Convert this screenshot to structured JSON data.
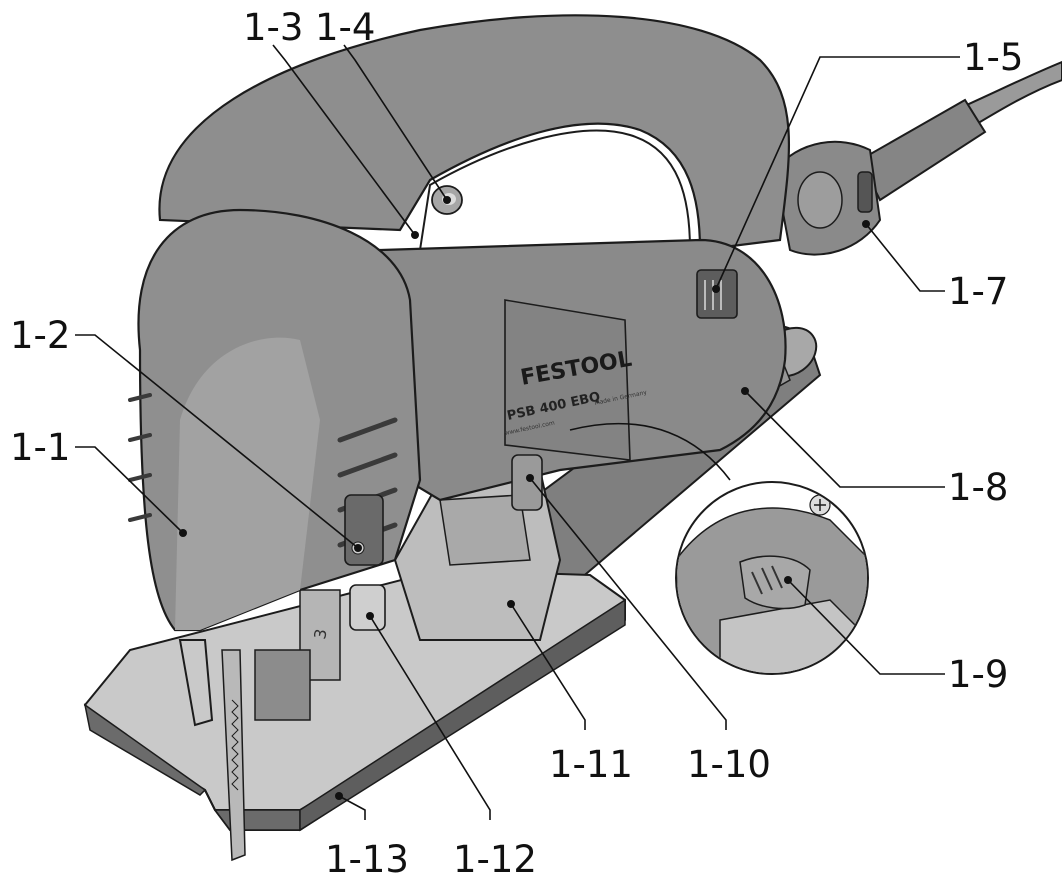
{
  "callouts": [
    {
      "id": "1-1",
      "label": "1-1"
    },
    {
      "id": "1-2",
      "label": "1-2"
    },
    {
      "id": "1-3",
      "label": "1-3"
    },
    {
      "id": "1-4",
      "label": "1-4"
    },
    {
      "id": "1-5",
      "label": "1-5"
    },
    {
      "id": "1-7",
      "label": "1-7"
    },
    {
      "id": "1-8",
      "label": "1-8"
    },
    {
      "id": "1-9",
      "label": "1-9"
    },
    {
      "id": "1-10",
      "label": "1-10"
    },
    {
      "id": "1-11",
      "label": "1-11"
    },
    {
      "id": "1-12",
      "label": "1-12"
    },
    {
      "id": "1-13",
      "label": "1-13"
    }
  ],
  "tool": {
    "brand": "FESTOOL",
    "model": "PSB 400 EBQ",
    "made_in": "Made in Germany",
    "url": "www.festool.com",
    "stroke_setting": "3"
  },
  "colors": {
    "body": "#8e8e8e",
    "body_dark": "#6d6d6d",
    "body_light": "#b3b3b3",
    "base_plate": "#c9c9c9",
    "outline": "#1c1c1c"
  }
}
